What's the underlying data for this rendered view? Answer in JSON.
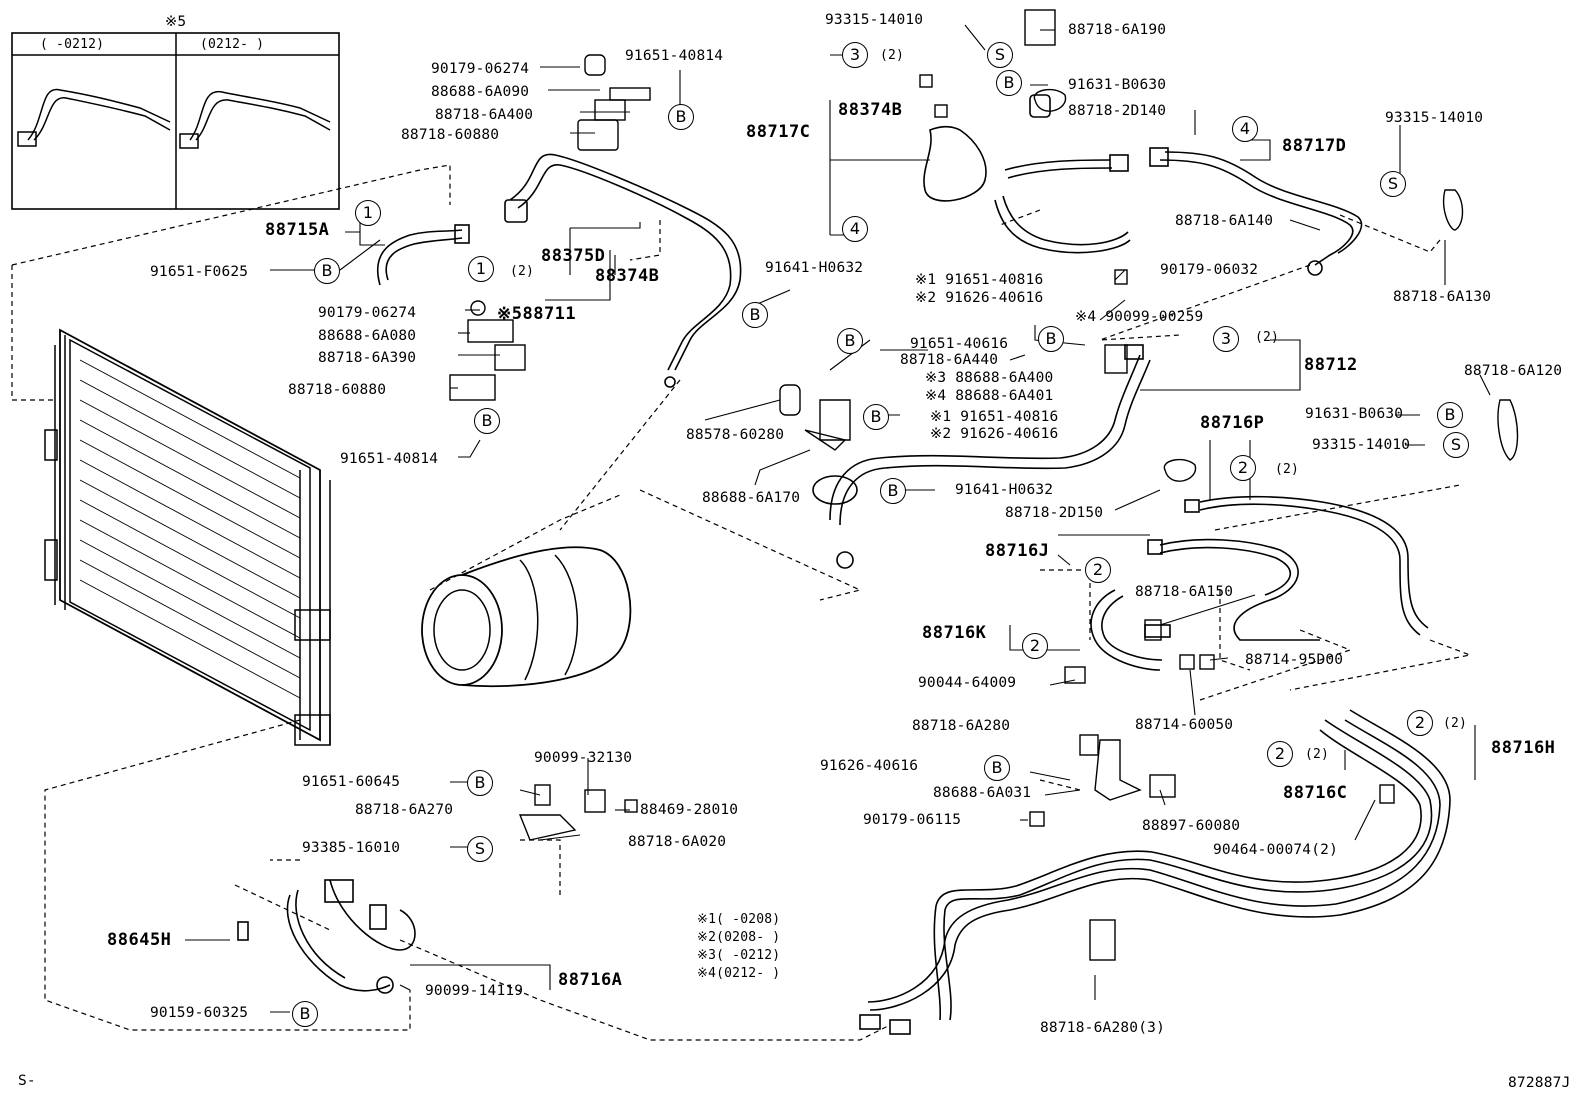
{
  "inset": {
    "note_mark": "※5",
    "range_left": "(   -0212)",
    "range_right": "(0212-   )"
  },
  "labels": {
    "p93315_14010_top": "93315-14010",
    "p88718_6A190": "88718-6A190",
    "p91631_B0630_top": "91631-B0630",
    "p88718_2D140": "88718-2D140",
    "p88717C": "88717C",
    "p88374B_top": "88374B",
    "p88717D": "88717D",
    "p93315_14010_right": "93315-14010",
    "p88718_6A140": "88718-6A140",
    "p88718_6A130": "88718-6A130",
    "p90179_06032": "90179-06032",
    "p91651_40816_a": "※1 91651-40816",
    "p91626_40616_a": "※2 91626-40616",
    "p90099_00259": "※4 90099-00259",
    "p88712": "88712",
    "p91651_40616": "91651-40616",
    "p88718_6A440": "88718-6A440",
    "p88688_6A400": "※3 88688-6A400",
    "p88688_6A401": "※4 88688-6A401",
    "p91651_40816_b": "※1 91651-40816",
    "p91626_40616_b": "※2 91626-40616",
    "p88578_60280": "88578-60280",
    "p88688_6A170": "88688-6A170",
    "p91641_H0632_mid": "91641-H0632",
    "p91641_H0632_top": "91641-H0632",
    "p90179_06274_top": "90179-06274",
    "p91651_40814_top": "91651-40814",
    "p88688_6A090": "88688-6A090",
    "p88718_6A400": "88718-6A400",
    "p88718_60880_top": "88718-60880",
    "p88715A": "88715A",
    "p91651_F0625": "91651-F0625",
    "p88375D": "88375D",
    "p88374B_mid": "88374B",
    "p90179_06274_mid": "90179-06274",
    "p88711": "※588711",
    "p88688_6A080": "88688-6A080",
    "p88718_6A390": "88718-6A390",
    "p88718_60880_mid": "88718-60880",
    "p91651_40814_mid": "91651-40814",
    "p88718_6A120": "88718-6A120",
    "p91631_B0630_right": "91631-B0630",
    "p93315_14010_r2": "93315-14010",
    "p88716P": "88716P",
    "p88718_2D150": "88718-2D150",
    "p88716J": "88716J",
    "p88718_6A150": "88718-6A150",
    "p88716K": "88716K",
    "p88714_95D00": "88714-95D00",
    "p90044_64009": "90044-64009",
    "p88714_60050": "88714-60050",
    "p88718_6A280": "88718-6A280",
    "p91626_40616_low": "91626-40616",
    "p88688_6A031": "88688-6A031",
    "p90179_06115": "90179-06115",
    "p88897_60080": "88897-60080",
    "p88716H": "88716H",
    "p88716C": "88716C",
    "p90464_00074": "90464-00074(2)",
    "p90099_32130": "90099-32130",
    "p91651_60645": "91651-60645",
    "p88469_28010": "88469-28010",
    "p88718_6A270": "88718-6A270",
    "p88718_6A020": "88718-6A020",
    "p93385_16010": "93385-16010",
    "p88645H": "88645H",
    "p88716A": "88716A",
    "p90099_14119": "90099-14119",
    "p90159_60325": "90159-60325",
    "p88718_6A280_3": "88718-6A280(3)",
    "note1": "※1(    -0208)",
    "note2": "※2(0208-    )",
    "note3": "※3(    -0212)",
    "note4": "※4(0212-    )",
    "corner_s": "S-",
    "diagram_id": "872887J",
    "qty2": "(2)"
  },
  "circles": {
    "B": "B",
    "S": "S",
    "n1": "1",
    "n2": "2",
    "n3": "3",
    "n4": "4"
  }
}
